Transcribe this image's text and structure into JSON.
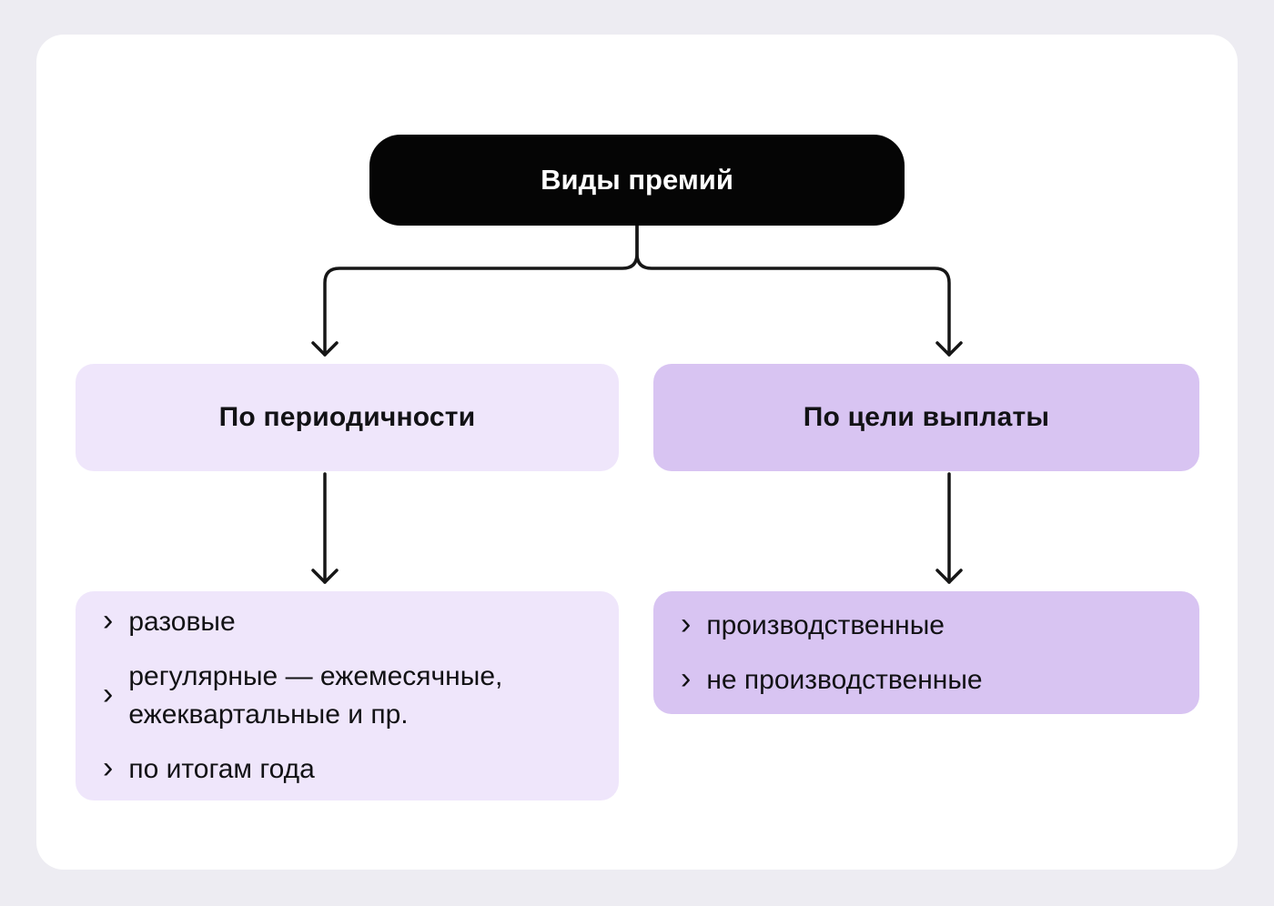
{
  "root": {
    "label": "Виды премий"
  },
  "branches": [
    {
      "title": "По периодичности",
      "items": [
        "разовые",
        "регулярные — ежемесячные, ежеквартальные и пр.",
        "по итогам года"
      ]
    },
    {
      "title": "По цели выплаты",
      "items": [
        "производственные",
        "не производственные"
      ]
    }
  ],
  "bullet_icon_glyph": "›",
  "colors": {
    "page_background": "#edecf2",
    "card_background": "#ffffff",
    "root_box_background": "#050505",
    "root_box_text": "#ffffff",
    "left_branch_background": "#efe6fb",
    "right_branch_background": "#d8c4f2",
    "text": "#121215",
    "connector": "#161616"
  }
}
